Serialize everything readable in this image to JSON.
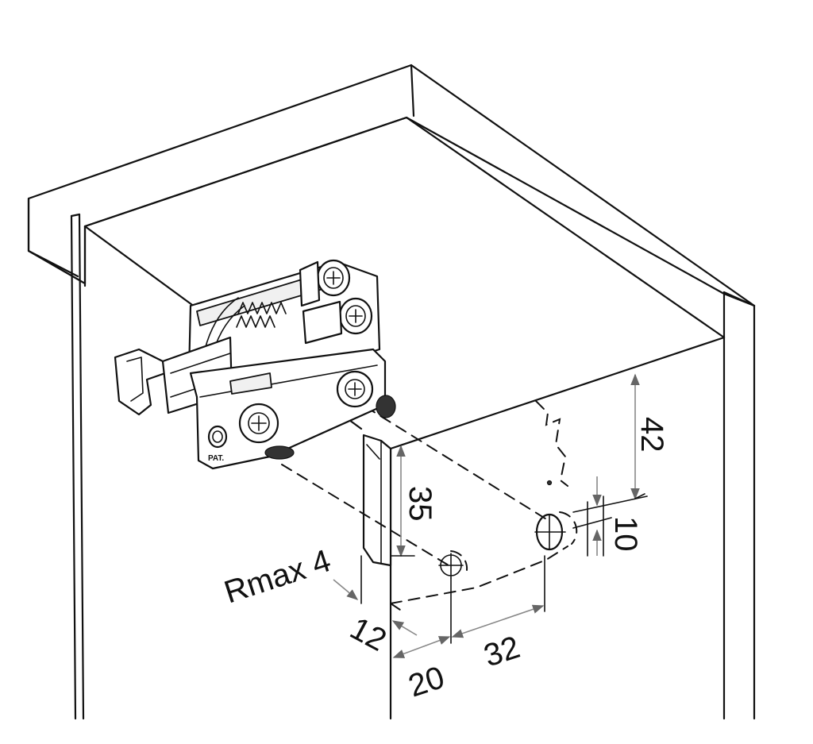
{
  "dimensions": {
    "d42": "42",
    "d10": "10",
    "d35": "35",
    "d12": "12",
    "d20": "20",
    "d32": "32",
    "rmax": "Rmax 4"
  },
  "fitting": {
    "pat_mark": "PAT."
  },
  "colors": {
    "line": "#111111",
    "dimension_line": "#888888",
    "background": "#ffffff"
  }
}
